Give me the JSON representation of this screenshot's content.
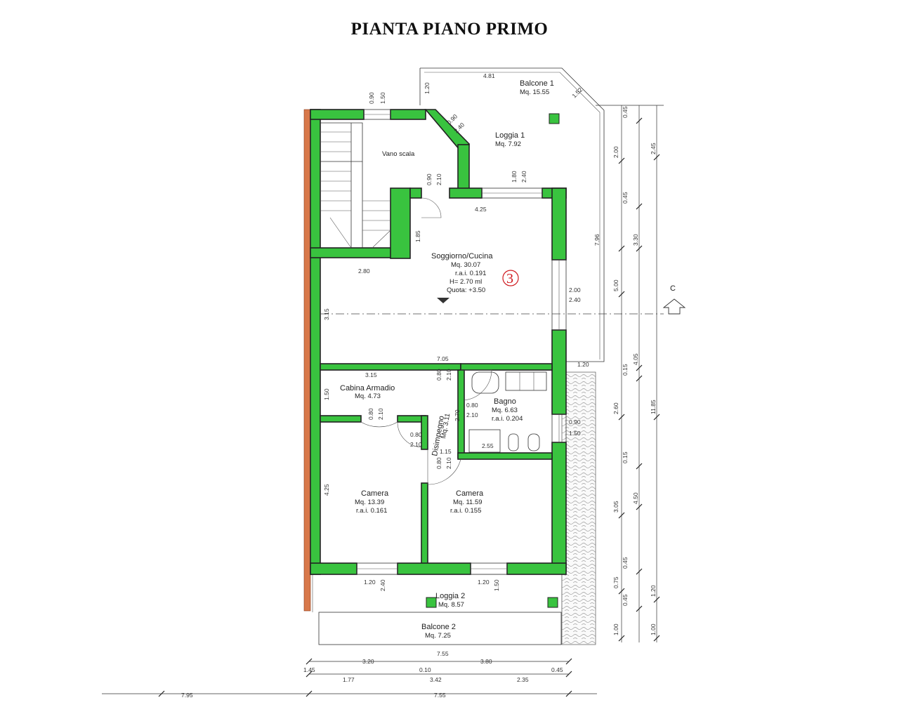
{
  "title": "PIANTA PIANO PRIMO",
  "unit_number": "3",
  "section_marker": "C",
  "rooms": {
    "balcone1": {
      "name": "Balcone 1",
      "area": "Mq. 15.55"
    },
    "loggia1": {
      "name": "Loggia 1",
      "area": "Mq. 7.92"
    },
    "vano_scala": {
      "name": "Vano scala"
    },
    "soggiorno": {
      "name": "Soggiorno/Cucina",
      "area": "Mq. 30.07",
      "rai": "r.a.i. 0.191",
      "height": "H= 2.70 ml",
      "quota": "Quota: +3.50"
    },
    "cabina": {
      "name": "Cabina Armadio",
      "area": "Mq. 4.73"
    },
    "disimpegno": {
      "name": "Disimpegno",
      "area": "Mq. 3.11"
    },
    "bagno": {
      "name": "Bagno",
      "area": "Mq. 6.63",
      "rai": "r.a.i. 0.204"
    },
    "camera1": {
      "name": "Camera",
      "area": "Mq. 13.39",
      "rai": "r.a.i. 0.161"
    },
    "camera2": {
      "name": "Camera",
      "area": "Mq. 11.59",
      "rai": "r.a.i. 0.155"
    },
    "loggia2": {
      "name": "Loggia 2",
      "area": "Mq. 8.57"
    },
    "balcone2": {
      "name": "Balcone 2",
      "area": "Mq. 7.25"
    }
  },
  "dims": {
    "balc_top": "4.81",
    "balc_left": "1.20",
    "balc_diag": "1.52",
    "win_stair_w": "0.90",
    "win_stair_h": "1.50",
    "diag_door_w": "0.90",
    "diag_door_h": "2.40",
    "stair_door_w": "0.90",
    "stair_door_h": "2.10",
    "liv_win_w": "1.80",
    "liv_win_h": "2.40",
    "liv_width": "4.25",
    "liv_left": "1.85",
    "liv_mid": "2.80",
    "east_win_w": "2.00",
    "east_win_h": "2.40",
    "west_wall": "3.15",
    "mid_width": "7.05",
    "cab_width": "3.15",
    "cab_depth": "1.50",
    "cab_door_w": "0.80",
    "cab_door_h": "2.10",
    "dis_door_w": "0.80",
    "dis_door_h": "2.10",
    "dis_height": "2.70",
    "dis_top_w": "0.80",
    "dis_top_h": "2.10",
    "bagno_door_w": "0.80",
    "bagno_door_h": "2.10",
    "bagno_bottom": "2.55",
    "dis_w": "1.15",
    "bagno_win_w": "0.90",
    "bagno_win_h": "1.50",
    "cam1_door_w": "0.80",
    "cam1_door_h": "2.10",
    "cam2_door_w": "0.80",
    "cam2_door_h": "2.10",
    "cam_left": "4.25",
    "east_bal": "1.20",
    "cam1_win_w": "1.20",
    "cam1_win_h": "2.40",
    "cam2_win_w": "1.20",
    "cam2_win_h": "1.50",
    "bottom_total": "7.55",
    "bottom_a": "1.45",
    "bottom_b": "3.20",
    "bottom_c": "0.10",
    "bottom_d": "3.80",
    "bottom_e": "0.45",
    "bottom2_a": "1.77",
    "bottom2_b": "3.42",
    "bottom2_c": "2.35",
    "bottom3_left": "7.95",
    "bottom3_right": "7.55",
    "r1": [
      "0.45",
      "2.00",
      "0.45",
      "3.30",
      "5.00",
      "4.05",
      "0.15",
      "2.60",
      "0.15",
      "3.05",
      "0.45",
      "0.75",
      "0.45",
      "1.00"
    ],
    "r2": [
      "2.45",
      "7.96",
      "4.50",
      "1.20",
      "11.85",
      "1.00"
    ]
  }
}
